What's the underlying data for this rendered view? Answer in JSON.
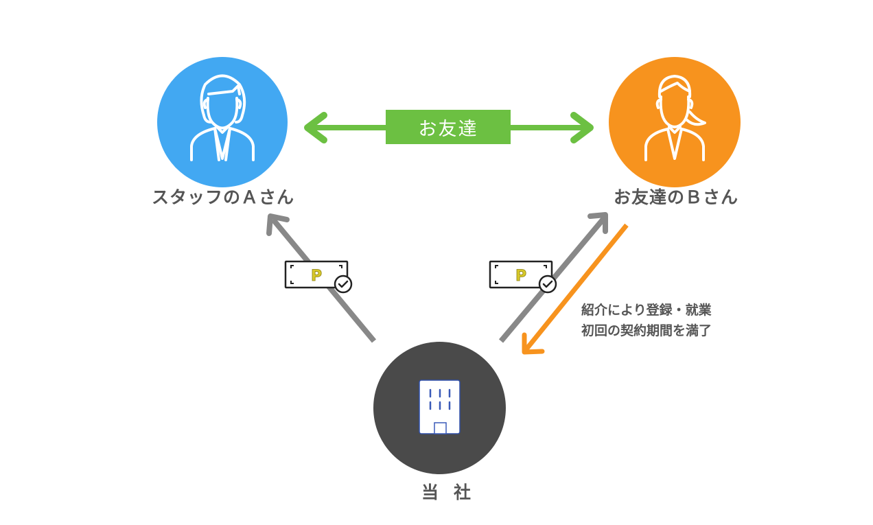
{
  "nodes": {
    "staff_a": {
      "label": "スタッフのＡさん",
      "icon": "person-woman-short-hair-icon",
      "color": "#42a8f2"
    },
    "friend_b": {
      "label": "お友達のＢさん",
      "icon": "person-woman-ponytail-icon",
      "color": "#f7931e"
    },
    "company": {
      "label": "当社",
      "icon": "office-building-icon",
      "color": "#4a4a4a"
    }
  },
  "relations": {
    "friend_link": {
      "label": "お友達",
      "color": "#6cc042",
      "icon": "double-arrow-icon"
    },
    "company_to_a": {
      "icon": "points-ticket-check-icon",
      "ticket_letter": "P",
      "color": "#888888"
    },
    "company_to_b": {
      "icon": "points-ticket-check-icon",
      "ticket_letter": "P",
      "color": "#888888"
    },
    "b_to_company": {
      "color": "#f7931e"
    }
  },
  "note": {
    "line1": "紹介により登録・就業",
    "line2": "初回の契約期間を満了"
  }
}
